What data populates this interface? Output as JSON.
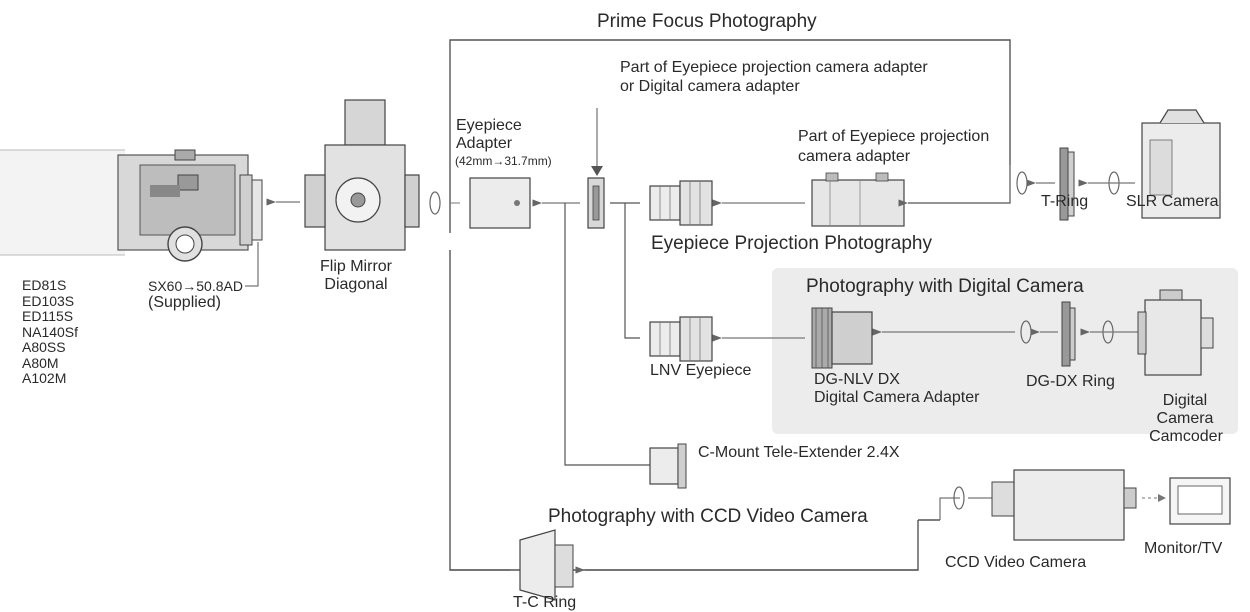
{
  "title": "Prime Focus Photography",
  "telescope_models": [
    "ED81S",
    "ED103S",
    "ED115S",
    "NA140Sf",
    "A80SS",
    "A80M",
    "A102M"
  ],
  "labels": {
    "adapter_sx60": "SX60→50.8AD",
    "supplied": "(Supplied)",
    "flip_mirror_1": "Flip Mirror",
    "flip_mirror_2": "Diagonal",
    "eyepiece_adapter_1": "Eyepiece",
    "eyepiece_adapter_2": "Adapter",
    "eyepiece_adapter_3": "(42mm→31.7mm)",
    "part_eyepiece_proj_digital_1": "Part of Eyepiece projection camera adapter",
    "part_eyepiece_proj_digital_2": "or Digital camera adapter",
    "part_eyepiece_proj_1": "Part of Eyepiece projection",
    "part_eyepiece_proj_2": "camera adapter",
    "t_ring": "T-Ring",
    "slr_camera": "SLR Camera",
    "eyepiece_projection_photography": "Eyepiece Projection Photography",
    "photography_digital_camera": "Photography with Digital Camera",
    "lnv_eyepiece": "LNV Eyepiece",
    "dg_nlv_dx_1": "DG-NLV DX",
    "dg_nlv_dx_2": "Digital Camera Adapter",
    "dg_dx_ring": "DG-DX Ring",
    "digital_camera_1": "Digital",
    "digital_camera_2": "Camera",
    "digital_camera_3": "Camcoder",
    "c_mount_tele_extender": "C-Mount Tele-Extender 2.4X",
    "photography_ccd_video_camera": "Photography with CCD Video Camera",
    "ccd_video_camera": "CCD Video Camera",
    "monitor_tv": "Monitor/TV",
    "t_c_ring": "T-C Ring"
  }
}
